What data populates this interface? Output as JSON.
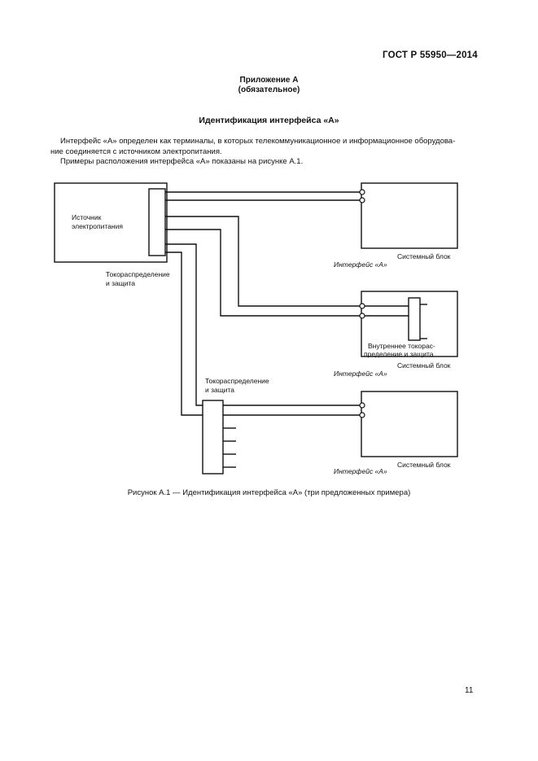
{
  "header": {
    "standard_id": "ГОСТ Р 55950—2014"
  },
  "annex": {
    "title": "Приложение А",
    "status": "(обязательное)"
  },
  "section_title": "Идентификация интерфейса «А»",
  "paragraphs": {
    "p1_line1": "Интерфейс «А» определен как терминалы, в которых телекоммуникационное и информационное оборудова-",
    "p1_line2": "ние соединяется с источником электропитания.",
    "p2": "Примеры расположения интерфейса «А» показаны на рисунке А.1."
  },
  "figure": {
    "source_label_1": "Источник",
    "source_label_2": "электропитания",
    "dist1_label_1": "Токораспределение",
    "dist1_label_2": "и защита",
    "dist2_label_1": "Токораспределение",
    "dist2_label_2": "и защита",
    "interface_label_1": "Интерфейс «А»",
    "interface_label_2": "Интерфейс «А»",
    "interface_label_3": "Интерфейс «А»",
    "system_block_1": "Системный блок",
    "system_block_2": "Системный блок",
    "system_block_3": "Системный блок",
    "internal_dist_1": "Внутреннее токорас-",
    "internal_dist_2": "пределение и защита"
  },
  "caption": "Рисунок А.1 — Идентификация интерфейса «А» (три предложенных примера)",
  "page_number": "11"
}
